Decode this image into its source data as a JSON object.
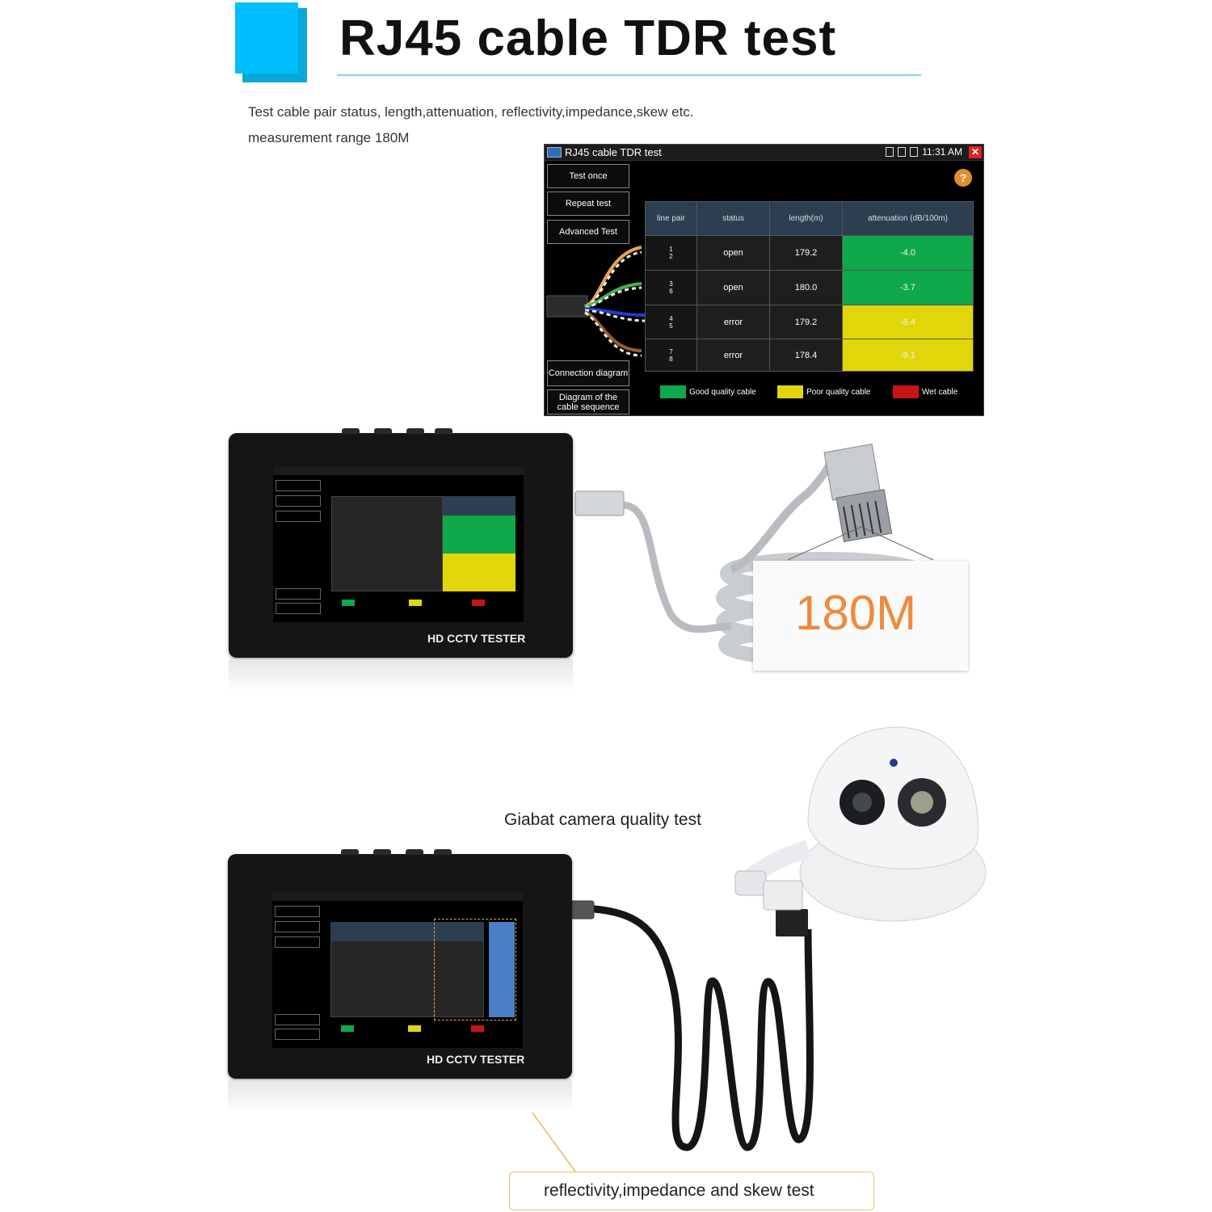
{
  "header": {
    "title": "RJ45 cable TDR test",
    "accent_color": "#00bfff"
  },
  "intro": {
    "line1": "Test cable pair status, length,attenuation, reflectivity,impedance,skew etc.",
    "line2": "measurement range 180M"
  },
  "screen": {
    "window_title": "RJ45 cable TDR test",
    "time": "11:31 AM",
    "close_symbol": "✕",
    "help_symbol": "?",
    "buttons": {
      "test_once": "Test once",
      "repeat_test": "Repeat test",
      "advanced_test": "Advanced Test",
      "connection_diagram": "Connection diagram",
      "cable_sequence": "Diagram of the cable sequence"
    },
    "table": {
      "headers": [
        "line pair",
        "status",
        "length(m)",
        "attenuation (dB/100m)"
      ],
      "rows": [
        {
          "pair_a": "1",
          "pair_b": "2",
          "status": "open",
          "length": "179.2",
          "attenuation": "-4.0",
          "quality": "good"
        },
        {
          "pair_a": "3",
          "pair_b": "6",
          "status": "open",
          "length": "180.0",
          "attenuation": "-3.7",
          "quality": "good"
        },
        {
          "pair_a": "4",
          "pair_b": "5",
          "status": "error",
          "length": "179.2",
          "attenuation": "-8.4",
          "quality": "poor"
        },
        {
          "pair_a": "7",
          "pair_b": "8",
          "status": "error",
          "length": "178.4",
          "attenuation": "-9.1",
          "quality": "poor"
        }
      ]
    },
    "legend": [
      {
        "label": "Good quality cable",
        "color": "#0fa84a"
      },
      {
        "label": "Poor quality cable",
        "color": "#e0d60a"
      },
      {
        "label": "Wet cable",
        "color": "#c81414"
      }
    ]
  },
  "device_label": "HD CCTV TESTER",
  "distance_tag": "180M",
  "camera_label": "Giabat camera quality test",
  "callout": "reflectivity,impedance and skew test"
}
